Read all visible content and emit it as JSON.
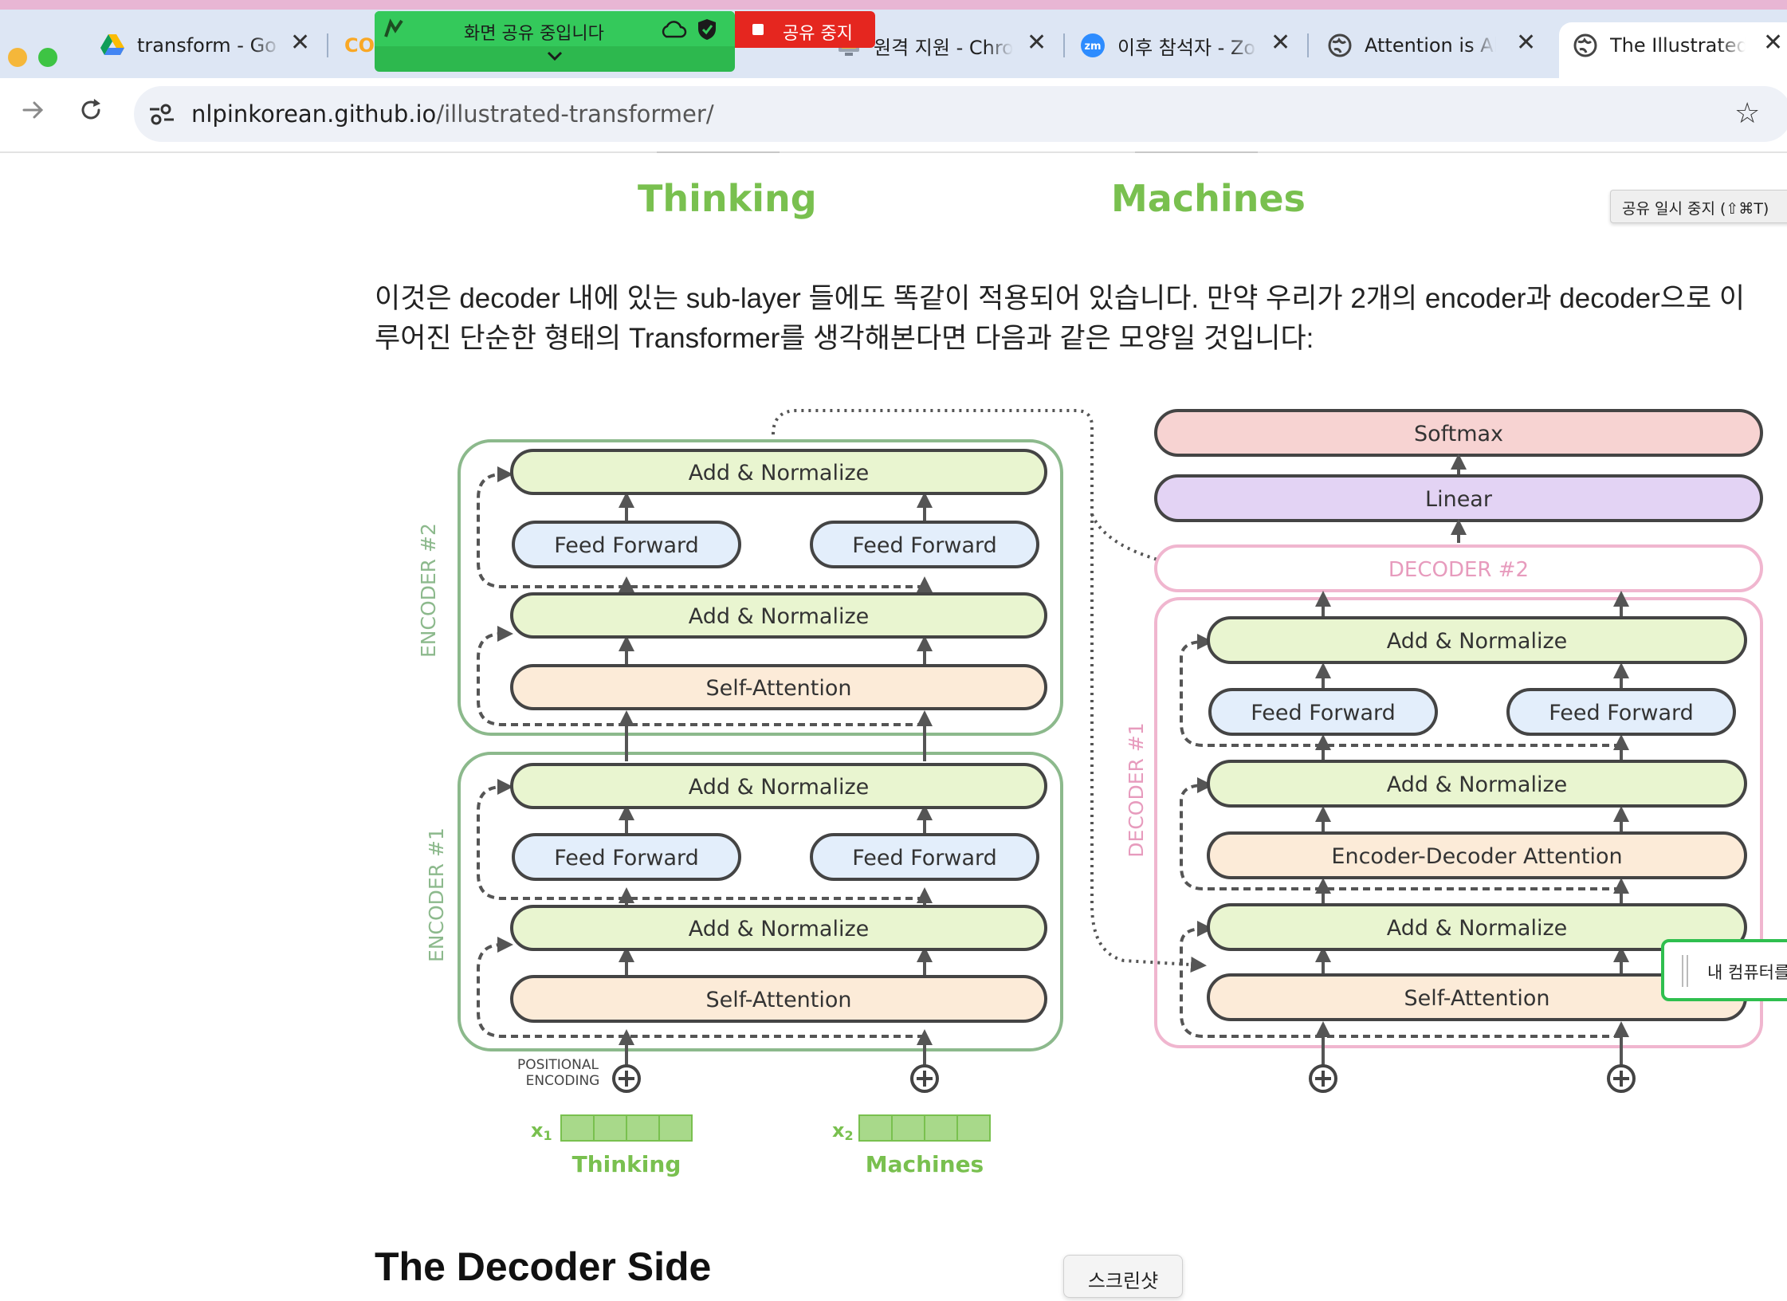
{
  "browser": {
    "tabs": [
      {
        "label": "transform - Go",
        "favicon": "google-drive-icon"
      },
      {
        "label": "CO",
        "favicon": "colab-icon"
      },
      {
        "label": "원격 지원 - Chro",
        "favicon": "chrome-remote-desktop-icon"
      },
      {
        "label": "이후 참석자 - Zo",
        "favicon": "zoom-icon"
      },
      {
        "label": "Attention is All",
        "favicon": "globe-icon"
      },
      {
        "label": "The Illustrated",
        "favicon": "globe-icon",
        "active": true
      }
    ],
    "url_host": "nlpinkorean.github.io",
    "url_path": "/illustrated-transformer/"
  },
  "share": {
    "status": "화면 공유 중입니다",
    "stop": "공유 중지",
    "pause_tooltip": "공유 일시 중지 (⇧⌘T)",
    "computer_chip": "내 컴퓨터를",
    "screenshot": "스크린샷"
  },
  "page": {
    "top_words": [
      "Thinking",
      "Machines"
    ],
    "paragraph": "이것은 decoder 내에 있는 sub-layer 들에도 똑같이 적용되어 있습니다. 만약 우리가 2개의 encoder과 decoder으로 이루어진 단순한 형태의 Transformer를 생각해본다면 다음과 같은 모양일 것입니다:",
    "heading": "The Decoder Side"
  },
  "diagram": {
    "encoder1_label": "ENCODER #1",
    "encoder2_label": "ENCODER #2",
    "decoder1_label": "DECODER #1",
    "decoder2_label": "DECODER #2",
    "add_norm": "Add & Normalize",
    "feed_forward": "Feed Forward",
    "self_attention": "Self-Attention",
    "enc_dec_attention": "Encoder-Decoder Attention",
    "linear": "Linear",
    "softmax": "Softmax",
    "positional_encoding": [
      "POSITIONAL",
      "ENCODING"
    ],
    "x1": "x",
    "x1_sub": "1",
    "x2": "x",
    "x2_sub": "2",
    "word1": "Thinking",
    "word2": "Machines"
  }
}
